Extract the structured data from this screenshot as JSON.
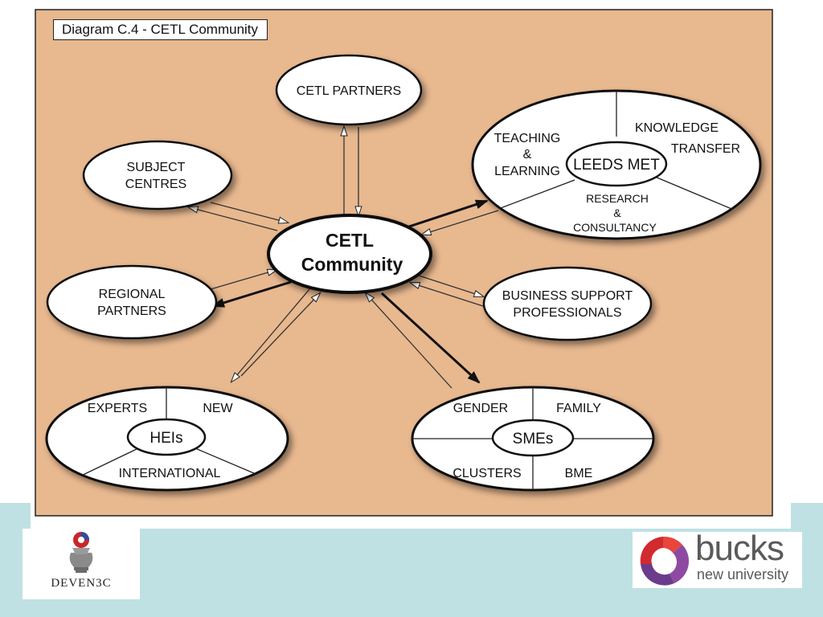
{
  "title": "Diagram C.4 - CETL Community",
  "center": {
    "line1": "CETL",
    "line2": "Community"
  },
  "nodes": {
    "cetl_partners": "CETL PARTNERS",
    "subject_centres": {
      "line1": "SUBJECT",
      "line2": "CENTRES"
    },
    "regional_partners": {
      "line1": "REGIONAL",
      "line2": "PARTNERS"
    },
    "business_support": {
      "line1": "BUSINESS SUPPORT",
      "line2": "PROFESSIONALS"
    }
  },
  "leeds_met": {
    "core": "LEEDS MET",
    "teaching": {
      "line1": "TEACHING",
      "line2": "&",
      "line3": "LEARNING"
    },
    "knowledge": {
      "line1": "KNOWLEDGE",
      "line2": "TRANSFER"
    },
    "research": {
      "line1": "RESEARCH",
      "line2": "&",
      "line3": "CONSULTANCY"
    }
  },
  "heis": {
    "core": "HEIs",
    "experts": "EXPERTS",
    "new": "NEW",
    "international": "INTERNATIONAL"
  },
  "smes": {
    "core": "SMEs",
    "gender": "GENDER",
    "family": "FAMILY",
    "clusters": "CLUSTERS",
    "bme": "BME"
  },
  "logos": {
    "left": "DEVEN3C",
    "right_word": "bucks",
    "right_sub": "new university"
  },
  "colors": {
    "canvas": "#e8b88f",
    "band": "#bfe1e3"
  }
}
